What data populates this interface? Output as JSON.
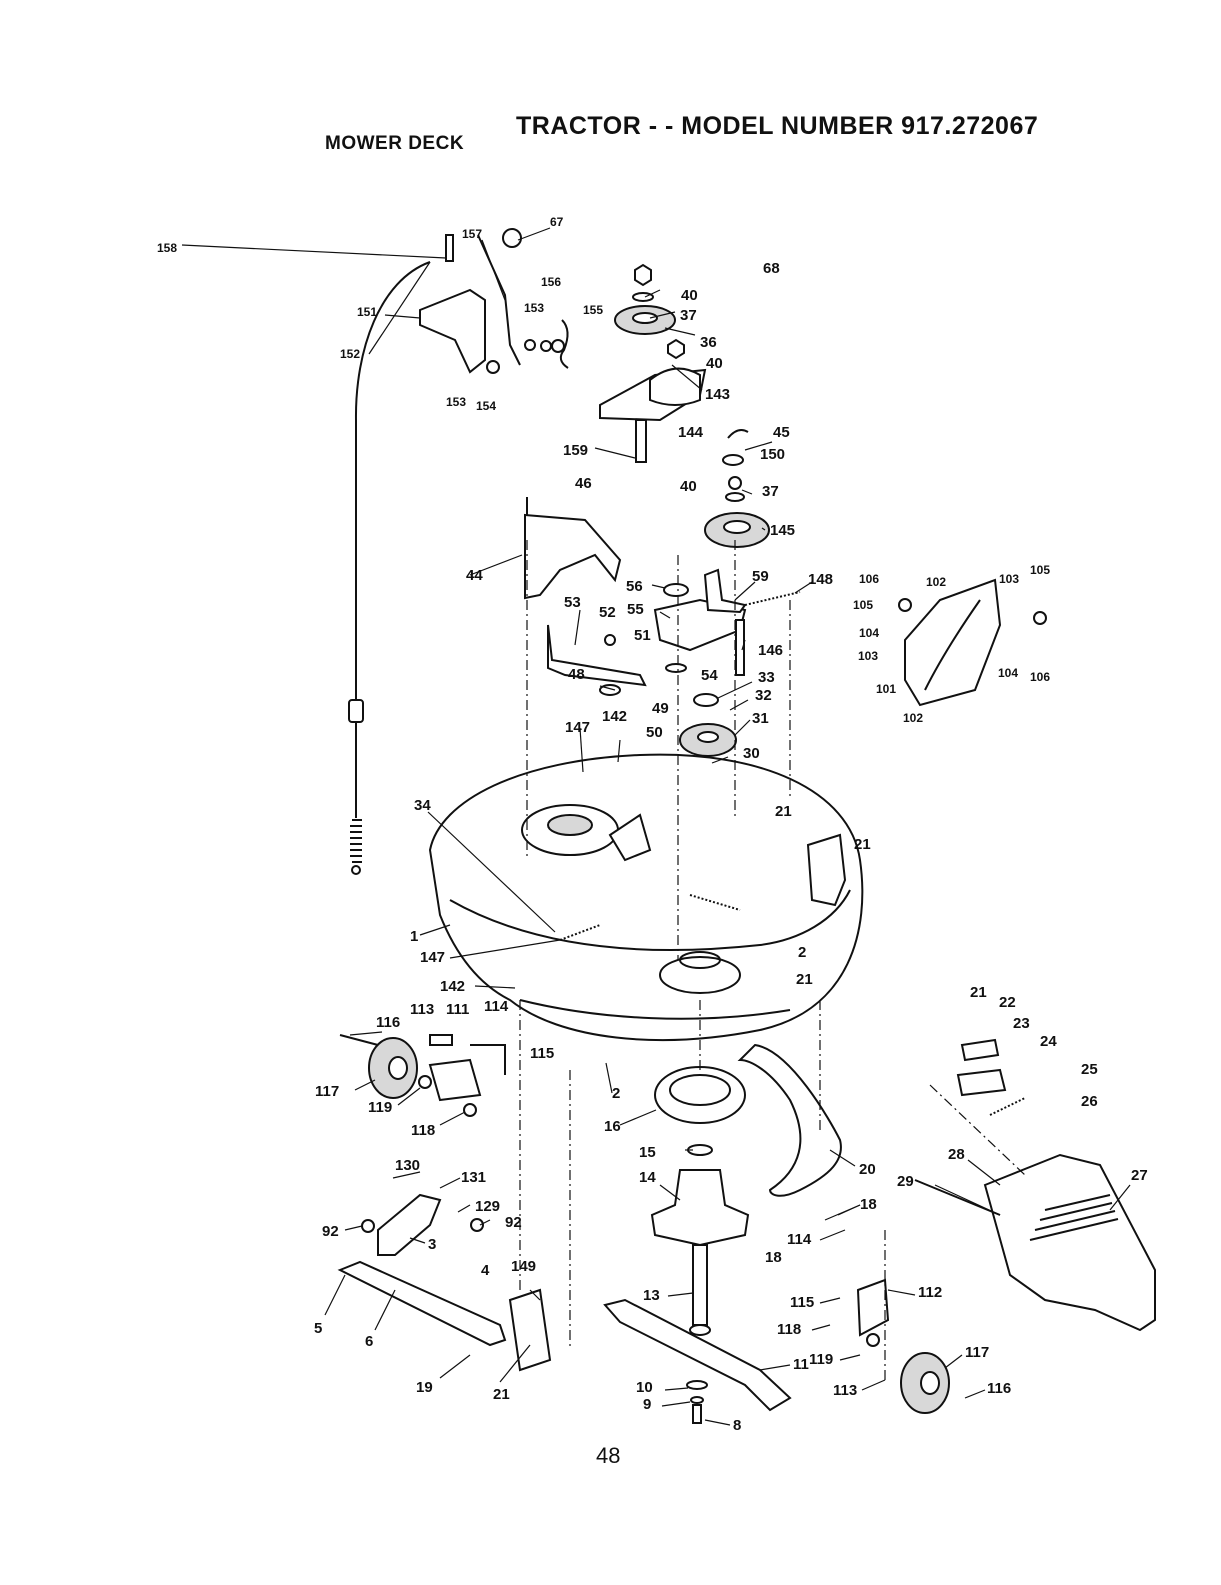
{
  "header": {
    "title": "TRACTOR - - MODEL NUMBER 917.272067",
    "subtitle": "MOWER DECK"
  },
  "footer": {
    "page_number": "48"
  },
  "diagram": {
    "callouts": [
      "158",
      "157",
      "67",
      "151",
      "156",
      "153",
      "155",
      "152",
      "153",
      "154",
      "40",
      "37",
      "36",
      "40",
      "143",
      "144",
      "159",
      "45",
      "150",
      "68",
      "40",
      "37",
      "46",
      "145",
      "44",
      "56",
      "59",
      "148",
      "106",
      "102",
      "103",
      "105",
      "53",
      "52",
      "55",
      "105",
      "51",
      "146",
      "104",
      "103",
      "48",
      "54",
      "33",
      "104",
      "106",
      "32",
      "101",
      "102",
      "49",
      "31",
      "147",
      "142",
      "50",
      "30",
      "21",
      "34",
      "21",
      "1",
      "2",
      "147",
      "142",
      "21",
      "113",
      "111",
      "114",
      "21",
      "22",
      "116",
      "23",
      "115",
      "24",
      "2",
      "117",
      "25",
      "119",
      "118",
      "16",
      "26",
      "130",
      "15",
      "131",
      "20",
      "28",
      "27",
      "14",
      "29",
      "129",
      "18",
      "92",
      "92",
      "3",
      "114",
      "18",
      "4",
      "149",
      "112",
      "115",
      "13",
      "5",
      "6",
      "118",
      "11",
      "119",
      "117",
      "10",
      "19",
      "21",
      "113",
      "116",
      "9",
      "8"
    ]
  }
}
